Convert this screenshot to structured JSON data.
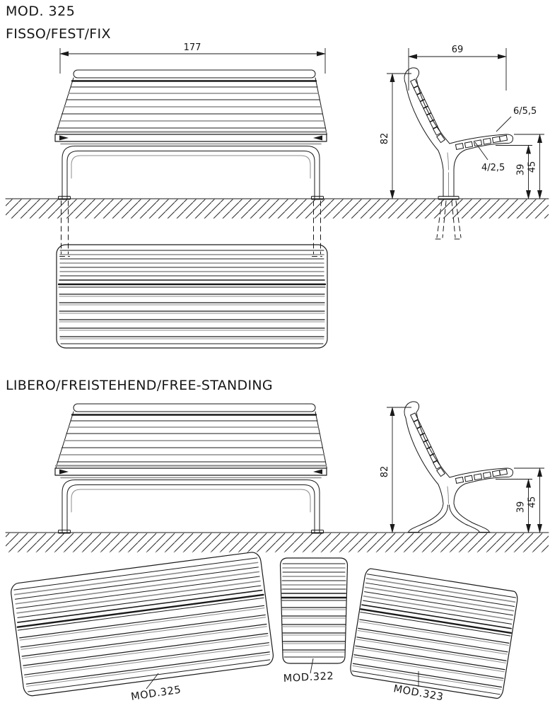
{
  "page": {
    "title": "MOD. 325",
    "background": "#ffffff",
    "ink": "#1a1a1a",
    "secondary_line": "#8c8c8c"
  },
  "sections": {
    "fixed": {
      "heading": "FISSO/FEST/FIX",
      "dims": {
        "overall_width": "177",
        "seat_depth": "69",
        "back_height": "82",
        "seat_front_height": "45",
        "seat_rear_height": "39",
        "back_slat_section": "6/5,5",
        "seat_slat_section": "4/2,5"
      }
    },
    "free": {
      "heading": "LIBERO/FREISTEHEND/FREE-STANDING",
      "dims": {
        "back_height": "82",
        "seat_front_height": "45",
        "seat_rear_height": "39"
      }
    }
  },
  "composition": {
    "left_module": "MOD.325",
    "center_module": "MOD.322",
    "right_module": "MOD.323"
  }
}
